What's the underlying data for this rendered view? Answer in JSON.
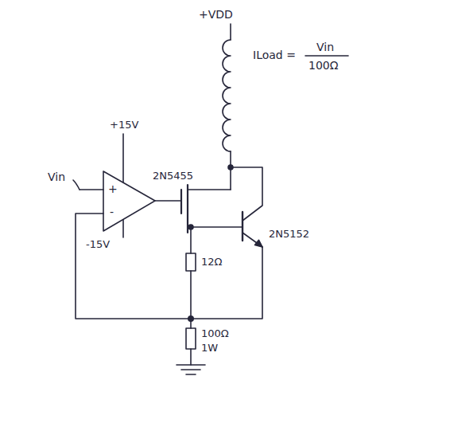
{
  "diagram": {
    "labels": [
      "+VDD",
      "ILoad =",
      "Vin",
      "100Ω",
      "+15V",
      "-15V",
      "Vin",
      "+",
      "-",
      "2N5455",
      "2N5152",
      "12Ω",
      "100Ω",
      "1W"
    ]
  }
}
